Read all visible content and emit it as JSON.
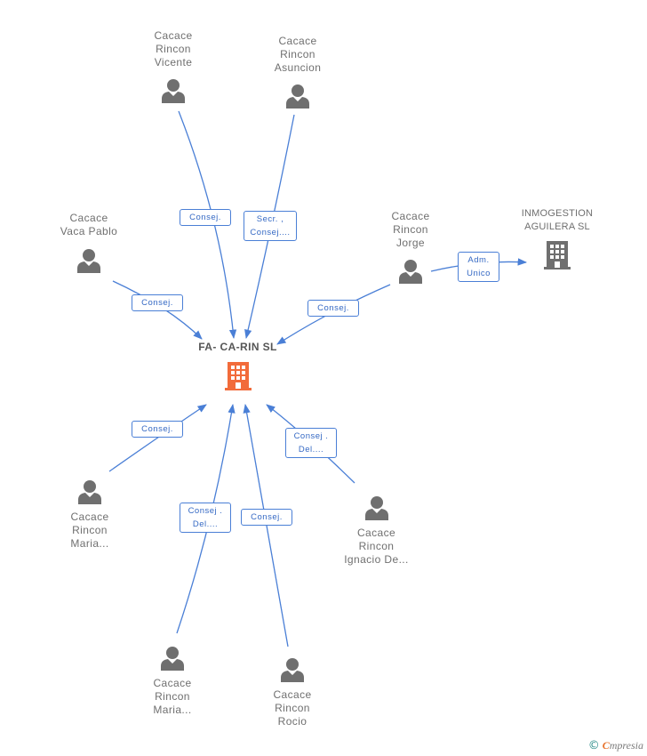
{
  "colors": {
    "edge": "#4a7fd6",
    "person_icon": "#6f6f6f",
    "center_company_icon": "#f26b3a",
    "company_icon": "#6f6f6f"
  },
  "center": {
    "label": "FA- CA-RIN SL",
    "icon": "building-icon"
  },
  "people": [
    {
      "id": "vicente",
      "label": "Cacace\nRincon\nVicente"
    },
    {
      "id": "asuncion",
      "label": "Cacace\nRincon\nAsuncion"
    },
    {
      "id": "pablo",
      "label": "Cacace\nVaca Pablo"
    },
    {
      "id": "jorge",
      "label": "Cacace\nRincon\nJorge"
    },
    {
      "id": "maria1",
      "label": "Cacace\nRincon\nMaria..."
    },
    {
      "id": "ignacio",
      "label": "Cacace\nRincon\nIgnacio De..."
    },
    {
      "id": "maria2",
      "label": "Cacace\nRincon\nMaria..."
    },
    {
      "id": "rocio",
      "label": "Cacace\nRincon\nRocio"
    }
  ],
  "companies": [
    {
      "id": "inmogestion",
      "label": "INMOGESTION\nAGUILERA SL"
    }
  ],
  "roles": [
    {
      "id": "r-vicente",
      "text": "Consej."
    },
    {
      "id": "r-asuncion",
      "text": "Secr. ,\nConsej...."
    },
    {
      "id": "r-pablo",
      "text": "Consej."
    },
    {
      "id": "r-jorge",
      "text": "Consej."
    },
    {
      "id": "r-jorge-inmo",
      "text": "Adm.\nUnico"
    },
    {
      "id": "r-maria1",
      "text": "Consej."
    },
    {
      "id": "r-ignacio",
      "text": "Consej .\nDel...."
    },
    {
      "id": "r-maria2",
      "text": "Consej .\nDel...."
    },
    {
      "id": "r-rocio",
      "text": "Consej."
    }
  ],
  "footer": {
    "copyright": "©",
    "brand_first": "C",
    "brand_rest": "mpresia"
  }
}
